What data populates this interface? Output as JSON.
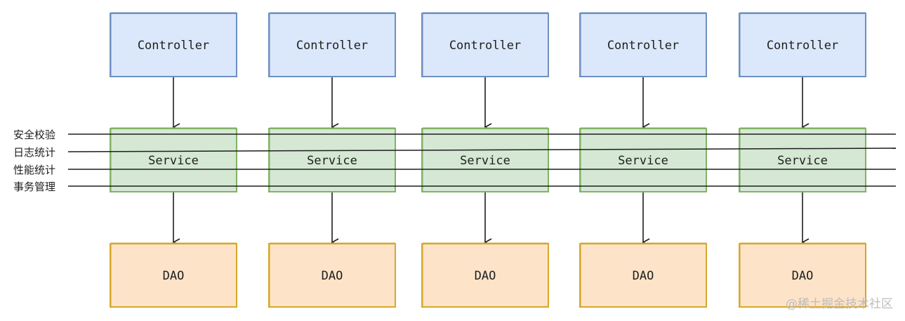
{
  "diagram": {
    "columns": [
      {
        "controller": "Controller",
        "service": "Service",
        "dao": "DAO"
      },
      {
        "controller": "Controller",
        "service": "Service",
        "dao": "DAO"
      },
      {
        "controller": "Controller",
        "service": "Service",
        "dao": "DAO"
      },
      {
        "controller": "Controller",
        "service": "Service",
        "dao": "DAO"
      },
      {
        "controller": "Controller",
        "service": "Service",
        "dao": "DAO"
      }
    ],
    "cross_cutting_concerns": [
      "安全校验",
      "日志统计",
      "性能统计",
      "事务管理"
    ]
  },
  "colors": {
    "controller_fill": "#dbe8fb",
    "controller_stroke": "#6f8fbf",
    "service_fill": "#d5e8d4",
    "service_stroke": "#82b366",
    "dao_fill": "#fde3c8",
    "dao_stroke": "#d6a82b",
    "line": "#1e1e1e"
  },
  "watermark": "@稀土掘金技术社区"
}
